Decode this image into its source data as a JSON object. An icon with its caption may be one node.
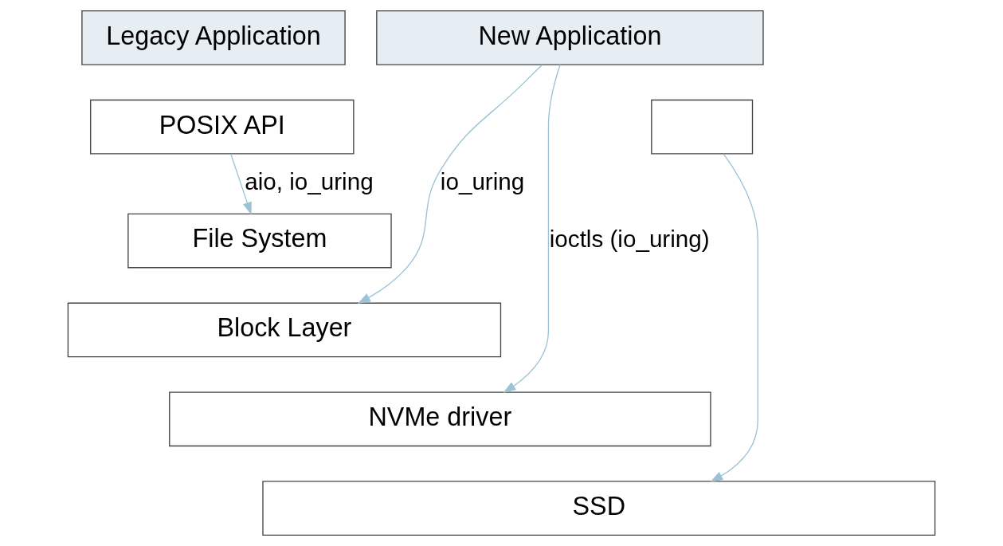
{
  "diagram": {
    "nodes": [
      {
        "text": [
          "Legacy Application"
        ]
      },
      {
        "text": [
          "New Application"
        ]
      },
      {
        "text": [
          "POSIX API"
        ]
      },
      {
        "text": [],
        "shape": "box"
      },
      {
        "text": [
          "File System"
        ]
      },
      {
        "text": [
          "Block Layer"
        ]
      },
      {
        "text": [
          "NVMe driver"
        ]
      },
      {
        "text": [
          "SSD"
        ]
      }
    ],
    "edges": [
      {
        "from": 2,
        "to": 4,
        "arrow": "to",
        "label": "aio, io_uring"
      },
      {
        "from": 1,
        "to": 5,
        "arrow": "to",
        "label": "io_uring"
      },
      {
        "from": 1,
        "to": 6,
        "arrow": "to",
        "label": "ioctls (io_uring)"
      },
      {
        "from": 3,
        "to": 7,
        "arrow": "to"
      }
    ]
  }
}
